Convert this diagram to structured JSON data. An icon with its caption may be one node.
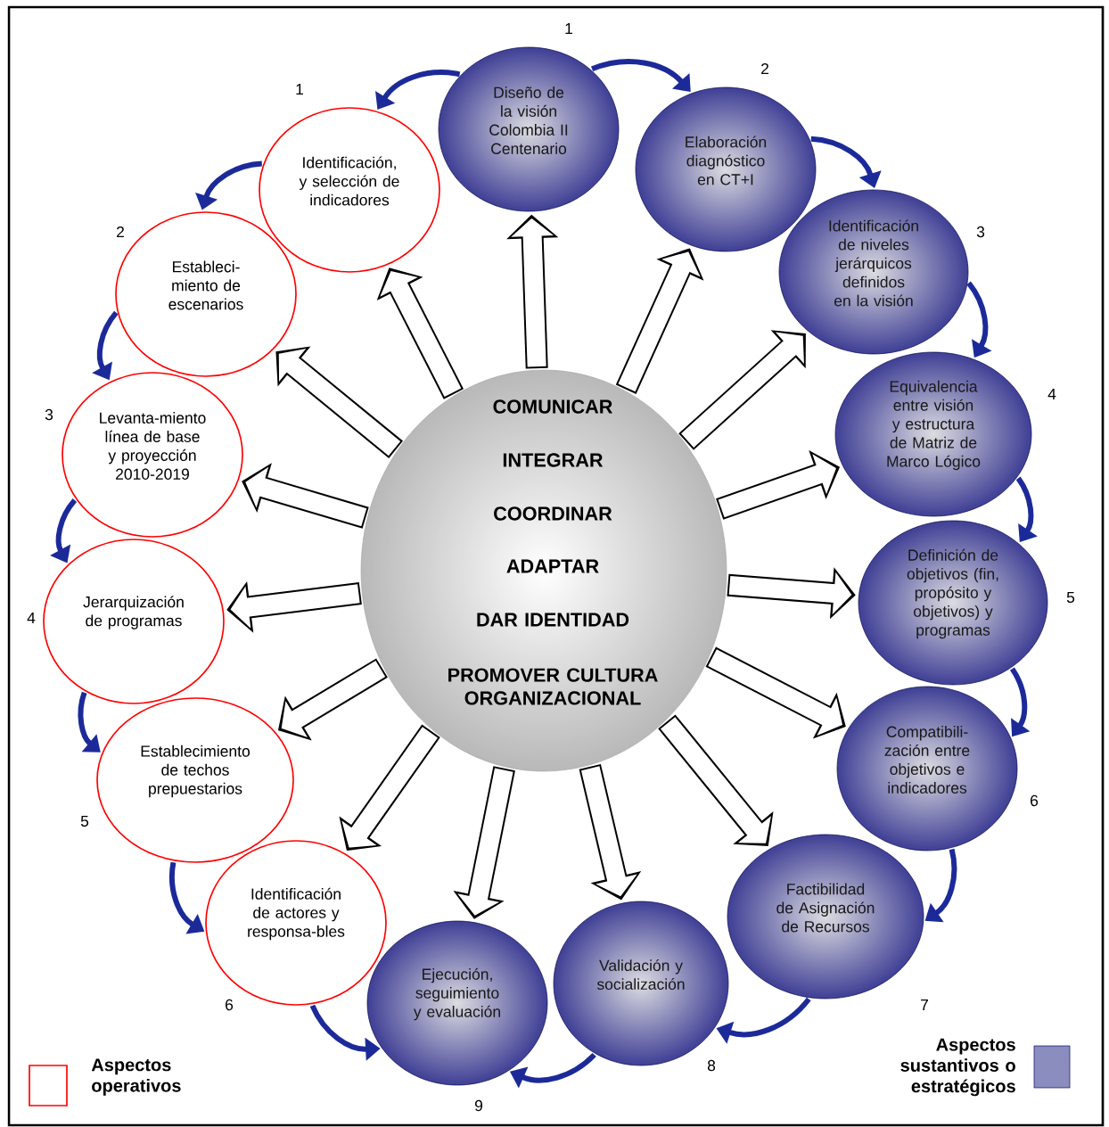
{
  "diagram": {
    "nodes": [
      {
        "text": [
          "Diseño de la visión Colombia II Centenario"
        ],
        "beside": [
          "1"
        ]
      },
      {
        "text": [
          "Elaboración diagnóstico en CT+I"
        ],
        "beside": [
          "2"
        ]
      },
      {
        "text": [
          "Identificación de niveles jerárquicos definidos en la visión"
        ],
        "beside": [
          "3"
        ]
      },
      {
        "text": [
          "Equivalencia entre visión y estructura de Matriz de Marco Lógico"
        ],
        "beside": [
          "4"
        ]
      },
      {
        "text": [
          "Definición de objetivos (fin, propósito y objetivos) y programas"
        ],
        "beside": [
          "5"
        ]
      },
      {
        "text": [
          "Compatibili-zación entre objetivos e indicadores"
        ],
        "beside": [
          "6"
        ]
      },
      {
        "text": [
          "Factibilidad de Asignación de Recursos"
        ],
        "beside": [
          "7"
        ]
      },
      {
        "text": [
          "Validación y socialización"
        ],
        "beside": [
          "8"
        ]
      },
      {
        "text": [
          "Ejecución, seguimiento y evaluación"
        ],
        "beside": [
          "9"
        ]
      },
      {
        "text": [
          "Identificación, y selección de indicadores"
        ],
        "beside": [
          "1"
        ]
      },
      {
        "text": [
          "Estableci-miento de escenarios"
        ],
        "beside": [
          "2"
        ]
      },
      {
        "text": [
          "Levanta-miento línea de base y proyección 2010-2019"
        ],
        "beside": [
          "3"
        ]
      },
      {
        "text": [
          "Jerarquización de programas"
        ],
        "beside": [
          "4"
        ]
      },
      {
        "text": [
          "Establecimiento de techos prepuestarios"
        ],
        "beside": [
          "5"
        ]
      },
      {
        "text": [
          "Identificación de actores y responsa-bles"
        ],
        "beside": [
          "6"
        ]
      },
      {
        "text": [
          "COMUNICAR",
          "INTEGRAR",
          "COORDINAR",
          "ADAPTAR",
          "DAR IDENTIDAD",
          "PROMOVER CULTURA ORGANIZACIONAL"
        ]
      }
    ],
    "edges": [
      {
        "from": 0,
        "to": 1,
        "arrow": "to",
        "color": "#1c2a99"
      },
      {
        "from": 1,
        "to": 2,
        "arrow": "to",
        "color": "#1c2a99"
      },
      {
        "from": 2,
        "to": 3,
        "arrow": "to",
        "color": "#1c2a99"
      },
      {
        "from": 3,
        "to": 4,
        "arrow": "to",
        "color": "#1c2a99"
      },
      {
        "from": 4,
        "to": 5,
        "arrow": "to",
        "color": "#1c2a99"
      },
      {
        "from": 5,
        "to": 6,
        "arrow": "to",
        "color": "#1c2a99"
      },
      {
        "from": 6,
        "to": 7,
        "arrow": "to",
        "color": "#1c2a99"
      },
      {
        "from": 7,
        "to": 8,
        "arrow": "to",
        "color": "#1c2a99"
      },
      {
        "from": 0,
        "to": 9,
        "arrow": "to",
        "color": "#1c2a99"
      },
      {
        "from": 9,
        "to": 10,
        "arrow": "to",
        "color": "#1c2a99"
      },
      {
        "from": 10,
        "to": 11,
        "arrow": "to",
        "color": "#1c2a99"
      },
      {
        "from": 11,
        "to": 12,
        "arrow": "to",
        "color": "#1c2a99"
      },
      {
        "from": 12,
        "to": 13,
        "arrow": "to",
        "color": "#1c2a99"
      },
      {
        "from": 13,
        "to": 14,
        "arrow": "to",
        "color": "#1c2a99"
      },
      {
        "from": 14,
        "to": 8,
        "arrow": "to",
        "color": "#1c2a99"
      },
      {
        "from": 15,
        "to": 0,
        "arrow": "to",
        "style": "thick",
        "color": "#000000"
      },
      {
        "from": 15,
        "to": 1,
        "arrow": "to",
        "style": "thick",
        "color": "#000000"
      },
      {
        "from": 15,
        "to": 2,
        "arrow": "to",
        "style": "thick",
        "color": "#000000"
      },
      {
        "from": 15,
        "to": 3,
        "arrow": "to",
        "style": "thick",
        "color": "#000000"
      },
      {
        "from": 15,
        "to": 4,
        "arrow": "to",
        "style": "thick",
        "color": "#000000"
      },
      {
        "from": 15,
        "to": 5,
        "arrow": "to",
        "style": "thick",
        "color": "#000000"
      },
      {
        "from": 15,
        "to": 6,
        "arrow": "to",
        "style": "thick",
        "color": "#000000"
      },
      {
        "from": 15,
        "to": 7,
        "arrow": "to",
        "style": "thick",
        "color": "#000000"
      },
      {
        "from": 15,
        "to": 8,
        "arrow": "to",
        "style": "thick",
        "color": "#000000"
      },
      {
        "from": 15,
        "to": 14,
        "arrow": "to",
        "style": "thick",
        "color": "#000000"
      },
      {
        "from": 15,
        "to": 13,
        "arrow": "to",
        "style": "thick",
        "color": "#000000"
      },
      {
        "from": 15,
        "to": 12,
        "arrow": "to",
        "style": "thick",
        "color": "#000000"
      },
      {
        "from": 15,
        "to": 11,
        "arrow": "to",
        "style": "thick",
        "color": "#000000"
      },
      {
        "from": 15,
        "to": 10,
        "arrow": "to",
        "style": "thick",
        "color": "#000000"
      },
      {
        "from": 15,
        "to": 9,
        "arrow": "to",
        "style": "thick",
        "color": "#000000"
      }
    ],
    "legend": [
      {
        "text": "Aspectos operativos"
      },
      {
        "text": "Aspectos sustantivos o estratégicos",
        "color": "#8a8dbd"
      }
    ]
  }
}
